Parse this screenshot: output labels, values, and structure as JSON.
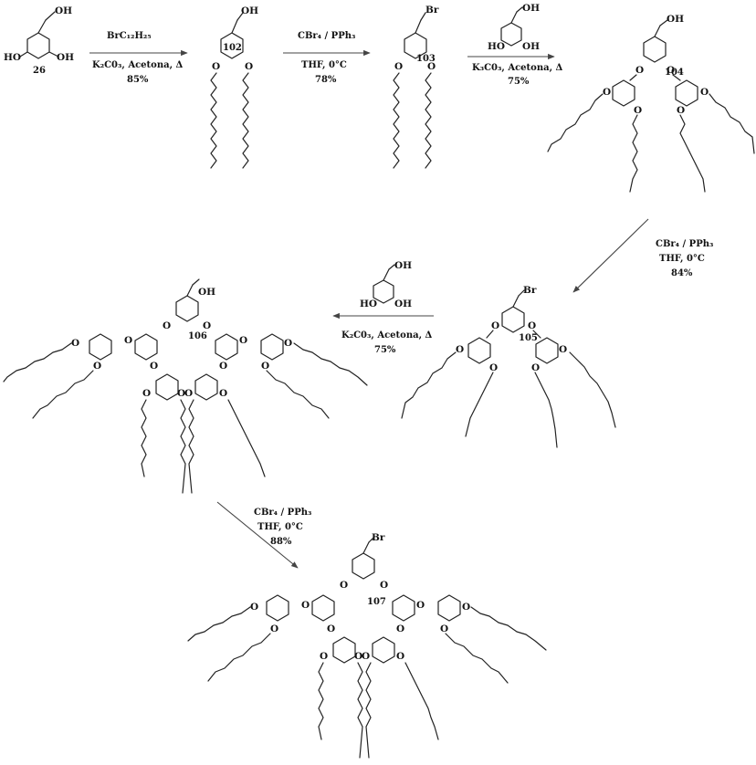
{
  "steps": [
    {
      "reagent1": "BrC₁₂H₂₅",
      "reagent2": "K₂C0₃,  Acetona, Δ",
      "yield": "85%"
    },
    {
      "reagent1": "CBr₄ / PPh₃",
      "reagent2": "THF,  0°C",
      "yield": "78%"
    },
    {
      "reagent1": "",
      "reagent2": "K₃C0₃,  Acetona, Δ",
      "yield": "75%"
    },
    {
      "reagent1": "CBr₄ / PPh₃",
      "reagent2": "THF,  0°C",
      "yield": "84%"
    },
    {
      "reagent1": "",
      "reagent2": "K₂C0₃,  Acetona, Δ",
      "yield": "75%"
    },
    {
      "reagent1": "CBr₄ / PPh₃",
      "reagent2": "THF,  0°C",
      "yield": "88%"
    }
  ],
  "compounds": {
    "c26": "26",
    "c102": "102",
    "c103": "103",
    "c104": "104",
    "c105": "105",
    "c106": "106",
    "c107": "107"
  },
  "atoms": {
    "oh": "OH",
    "ho": "HO",
    "o": "O",
    "br": "Br"
  },
  "colors": {
    "ink": "#111111",
    "arrow": "#444444",
    "background": "#ffffff"
  }
}
